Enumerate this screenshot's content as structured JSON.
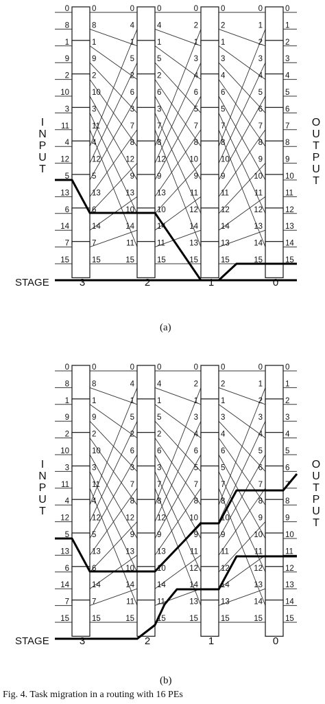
{
  "figure_a": {
    "side_input": [
      "I",
      "N",
      "P",
      "U",
      "T"
    ],
    "side_output": [
      "O",
      "U",
      "T",
      "P",
      "U",
      "T"
    ],
    "stage_title": "STAGE",
    "stage_labels": [
      "3",
      "2",
      "1",
      "0"
    ],
    "caption": "(a)",
    "input_order": [
      "0",
      "8",
      "1",
      "9",
      "2",
      "10",
      "3",
      "11",
      "4",
      "12",
      "5",
      "13",
      "6",
      "14",
      "7",
      "15"
    ],
    "stage2_left": [
      "0",
      "4",
      "1",
      "5",
      "2",
      "6",
      "3",
      "7",
      "8",
      "12",
      "9",
      "13",
      "10",
      "14",
      "11",
      "15"
    ],
    "stage1_left": [
      "0",
      "2",
      "1",
      "3",
      "4",
      "6",
      "5",
      "7",
      "8",
      "10",
      "9",
      "11",
      "12",
      "14",
      "13",
      "15"
    ],
    "stage0_left": [
      "0",
      "1",
      "2",
      "3",
      "4",
      "5",
      "6",
      "7",
      "8",
      "9",
      "10",
      "11",
      "12",
      "13",
      "14",
      "15"
    ],
    "output_order": [
      "0",
      "1",
      "2",
      "3",
      "4",
      "5",
      "6",
      "7",
      "8",
      "9",
      "10",
      "11",
      "12",
      "13",
      "14",
      "15"
    ]
  },
  "figure_b": {
    "side_input": [
      "I",
      "N",
      "P",
      "U",
      "T"
    ],
    "side_output": [
      "O",
      "U",
      "T",
      "P",
      "U",
      "T"
    ],
    "stage_title": "STAGE",
    "stage_labels": [
      "3",
      "2",
      "1",
      "0"
    ],
    "caption": "(b)",
    "input_order": [
      "0",
      "8",
      "1",
      "9",
      "2",
      "10",
      "3",
      "11",
      "4",
      "12",
      "5",
      "13",
      "6",
      "14",
      "7",
      "15"
    ],
    "stage2_left": [
      "0",
      "4",
      "1",
      "5",
      "2",
      "6",
      "3",
      "7",
      "8",
      "12",
      "9",
      "13",
      "10",
      "14",
      "11",
      "15"
    ],
    "stage1_left": [
      "0",
      "2",
      "1",
      "3",
      "4",
      "6",
      "5",
      "7",
      "8",
      "10",
      "9",
      "11",
      "12",
      "14",
      "13",
      "15"
    ],
    "stage0_left": [
      "0",
      "1",
      "2",
      "3",
      "4",
      "5",
      "6",
      "7",
      "8",
      "9",
      "10",
      "11",
      "12",
      "13",
      "14",
      "15"
    ],
    "output_order": [
      "0",
      "1",
      "2",
      "3",
      "4",
      "5",
      "6",
      "7",
      "8",
      "9",
      "10",
      "11",
      "12",
      "13",
      "14",
      "15"
    ]
  },
  "figure_caption": "Fig. 4. Task migration in a routing with 16 PEs"
}
